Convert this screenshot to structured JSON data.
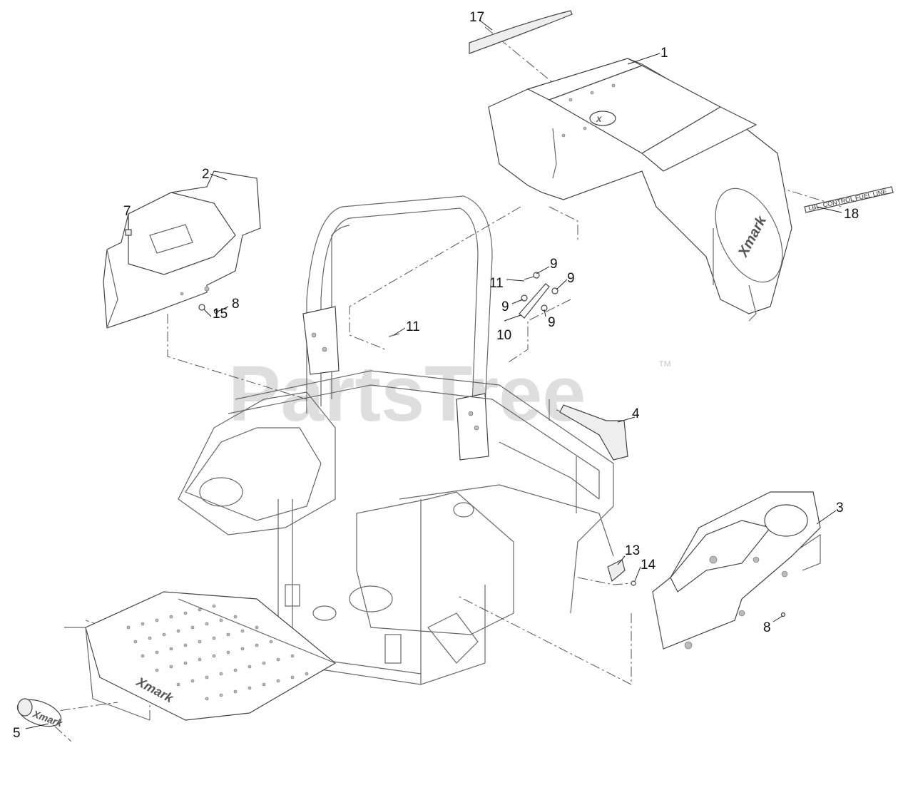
{
  "watermark": {
    "text": "PartsTree",
    "trademark": "™"
  },
  "logos": {
    "brand_text": "Xmark"
  },
  "callouts": [
    {
      "id": "c17",
      "label": "17"
    },
    {
      "id": "c1",
      "label": "1"
    },
    {
      "id": "c2",
      "label": "2"
    },
    {
      "id": "c7",
      "label": "7"
    },
    {
      "id": "c18",
      "label": "18"
    },
    {
      "id": "c9a",
      "label": "9"
    },
    {
      "id": "c11a",
      "label": "11"
    },
    {
      "id": "c9b",
      "label": "9"
    },
    {
      "id": "c9c",
      "label": "9"
    },
    {
      "id": "c9d",
      "label": "9"
    },
    {
      "id": "c10",
      "label": "10"
    },
    {
      "id": "c11b",
      "label": "11"
    },
    {
      "id": "c15",
      "label": "15"
    },
    {
      "id": "c8a",
      "label": "8"
    },
    {
      "id": "c4",
      "label": "4"
    },
    {
      "id": "c3",
      "label": "3"
    },
    {
      "id": "c13",
      "label": "13"
    },
    {
      "id": "c14",
      "label": "14"
    },
    {
      "id": "c8b",
      "label": "8"
    },
    {
      "id": "c5",
      "label": "5"
    }
  ]
}
